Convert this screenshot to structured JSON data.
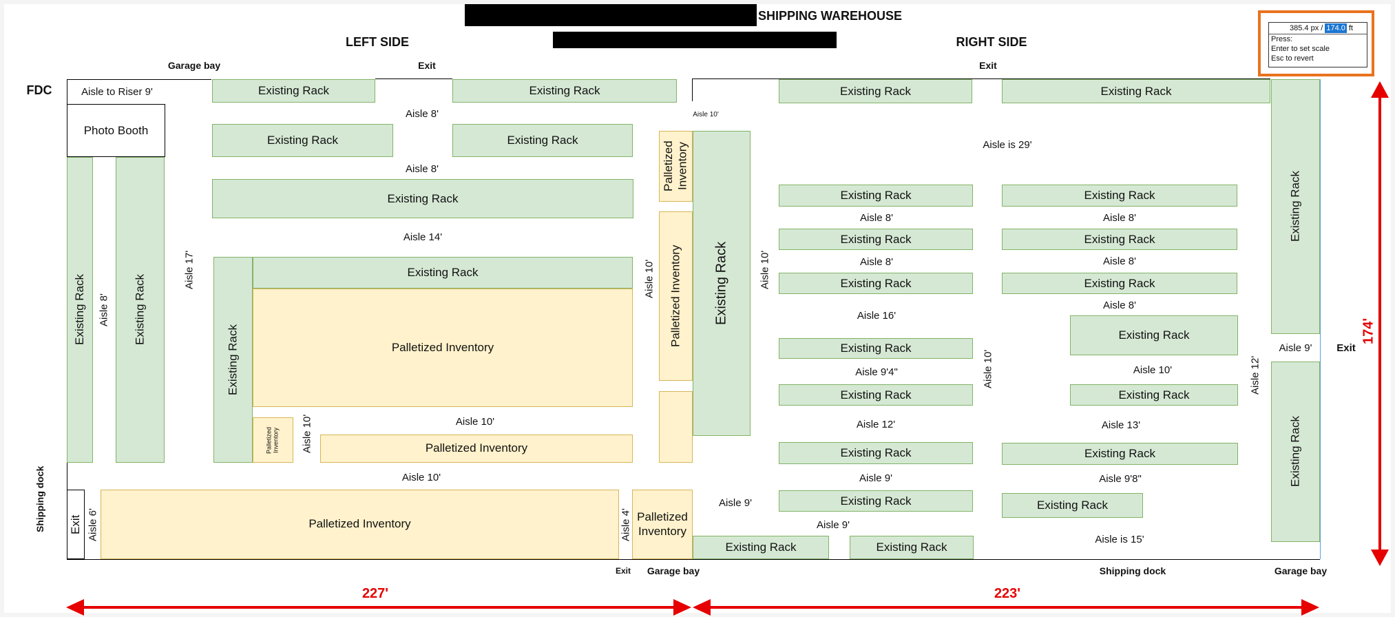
{
  "header": {
    "title": "SHIPPING WAREHOUSE",
    "left_side": "LEFT SIDE",
    "right_side": "RIGHT SIDE"
  },
  "labels": {
    "fdc": "FDC",
    "garage_bay": "Garage bay",
    "exit": "Exit",
    "shipping_dock": "Shipping dock",
    "aisle_to_riser": "Aisle to Riser 9'",
    "photo_booth": "Photo Booth",
    "existing_rack": "Existing Rack",
    "palletized_inventory": "Palletized Inventory"
  },
  "aisles": {
    "a8": "Aisle 8'",
    "a10": "Aisle 10'",
    "a14": "Aisle 14'",
    "a17": "Aisle 17'",
    "a29": "Aisle is 29'",
    "a16": "Aisle 16'",
    "a9_4": "Aisle 9'4\"",
    "a12": "Aisle 12'",
    "a9": "Aisle 9'",
    "a13": "Aisle 13'",
    "a9_8": "Aisle 9'8\"",
    "a15": "Aisle is 15'",
    "a6": "Aisle 6'",
    "a4": "Aisle 4'"
  },
  "dimensions": {
    "left_width": "227'",
    "right_width": "223'",
    "height": "174'"
  },
  "scale_tool": {
    "px_value": "385.4 px /",
    "ft_value": "174.0",
    "unit": "ft",
    "help_1": "Press:",
    "help_2": "Enter to set scale",
    "help_3": "Esc to revert"
  },
  "colors": {
    "rack_fill": "#d5e8d4",
    "rack_border": "#82b366",
    "pallet_fill": "#fff2cc",
    "pallet_border": "#d6b656",
    "dimension_red": "#e60000",
    "scale_popup_border": "#e8731f"
  }
}
